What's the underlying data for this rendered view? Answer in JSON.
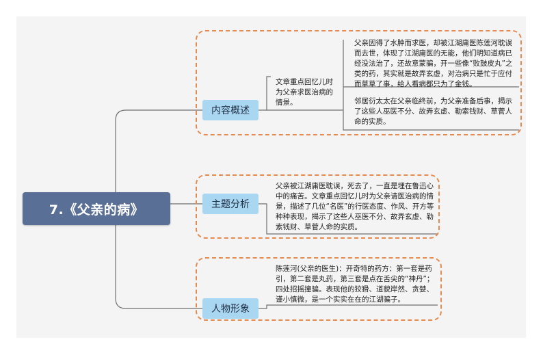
{
  "root": {
    "title": "7.《父亲的病》"
  },
  "branches": [
    {
      "label": "内容概述",
      "summary": "文章重点回忆儿时为父亲求医治病的情景。",
      "details": [
        "父亲因得了水肿而求医，却被江湖庸医陈莲河耽误而去世，体现了江湖庸医的无能，他们明知道病已经没法治了，还故意蒙骗，开一些像“败鼓皮丸”之类的药，其实就是故弄玄虚，对治病只是忙于应付而草草了事，给人看病都只为了金钱。",
        "邻居衍太太在父亲临终前，为父亲准备后事，揭示了这些人巫医不分、故弄玄虚、勒索钱财、草菅人命的实质。"
      ]
    },
    {
      "label": "主题分析",
      "text": "父亲被江湖庸医耽误，死去了，一直是埋在鲁迅心中的痛苦。文章重点回忆儿时为父亲请医治病的情景，描述了几位“名医”的行医态度、作风、开方等种种表现，揭示了这些人巫医不分、故弄玄虚、勒索钱财、草菅人命的实质。"
    },
    {
      "label": "人物形象",
      "text": "陈莲河(父亲的医生)：开奇特的药方：第一套是药引，第二套是丸药，第三套是点在舌尖的“神丹”；四处招摇撞骗。表现他的狡猾、道貌岸然、贪婪、谨小慎微，是一个实实在在的江湖骗子。"
    }
  ]
}
